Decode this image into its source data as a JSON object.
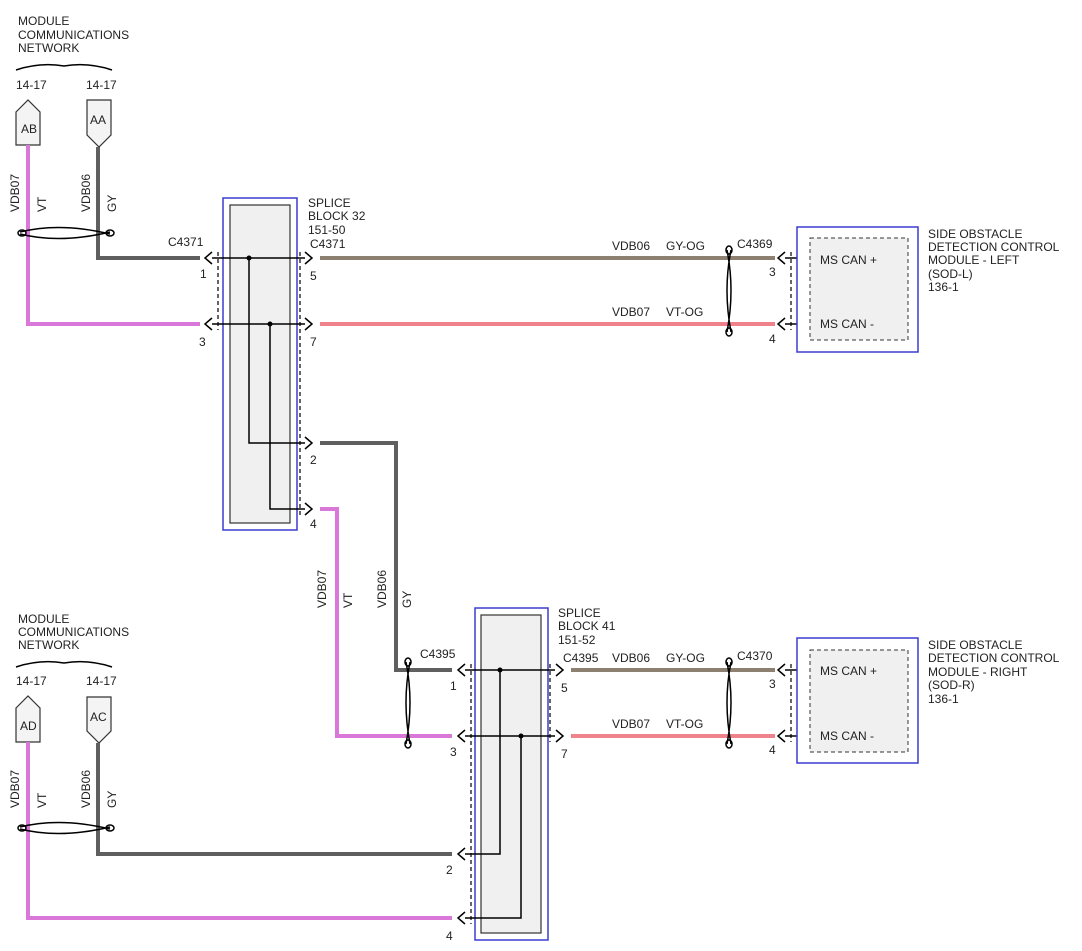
{
  "top_left": {
    "network_title": [
      "MODULE",
      "COMMUNICATIONS",
      "NETWORK"
    ],
    "page_ref_left": "14-17",
    "page_ref_right": "14-17",
    "tag_left": "AB",
    "tag_right": "AA",
    "wire_vt_circuit": "VDB07",
    "wire_vt_color": "VT",
    "wire_gy_circuit": "VDB06",
    "wire_gy_color": "GY"
  },
  "bottom_left": {
    "network_title": [
      "MODULE",
      "COMMUNICATIONS",
      "NETWORK"
    ],
    "page_ref_left": "14-17",
    "page_ref_right": "14-17",
    "tag_left": "AD",
    "tag_right": "AC",
    "wire_vt_circuit": "VDB07",
    "wire_vt_color": "VT",
    "wire_gy_circuit": "VDB06",
    "wire_gy_color": "GY"
  },
  "splice_32": {
    "title": [
      "SPLICE",
      "BLOCK 32"
    ],
    "ref": "151-50",
    "connector_in": "C4371",
    "connector_out": "C4371",
    "pin_1": "1",
    "pin_3": "3",
    "pin_5": "5",
    "pin_7": "7",
    "pin_2": "2",
    "pin_4": "4"
  },
  "splice_41": {
    "title": [
      "SPLICE",
      "BLOCK 41"
    ],
    "ref": "151-52",
    "connector_in": "C4395",
    "connector_out": "C4395",
    "pin_1": "1",
    "pin_3": "3",
    "pin_5": "5",
    "pin_7": "7",
    "pin_2": "2",
    "pin_4": "4"
  },
  "mid_wires": {
    "vt_circuit": "VDB07",
    "vt_color": "VT",
    "gy_circuit": "VDB06",
    "gy_color": "GY"
  },
  "top_run": {
    "wire1_circuit": "VDB06",
    "wire1_color": "GY-OG",
    "wire2_circuit": "VDB07",
    "wire2_color": "VT-OG",
    "connector": "C4369"
  },
  "bottom_run": {
    "wire1_circuit": "VDB06",
    "wire1_color": "GY-OG",
    "wire2_circuit": "VDB07",
    "wire2_color": "VT-OG",
    "connector": "C4370"
  },
  "module_left": {
    "title": [
      "SIDE OBSTACLE",
      "DETECTION CONTROL",
      "MODULE - LEFT",
      "(SOD-L)"
    ],
    "ref": "136-1",
    "pin_3": "3",
    "pin_4": "4",
    "signal_plus": "MS CAN +",
    "signal_minus": "MS CAN -"
  },
  "module_right": {
    "title": [
      "SIDE OBSTACLE",
      "DETECTION CONTROL",
      "MODULE - RIGHT",
      "(SOD-R)"
    ],
    "ref": "136-1",
    "pin_3": "3",
    "pin_4": "4",
    "signal_plus": "MS CAN +",
    "signal_minus": "MS CAN -"
  },
  "colors": {
    "gy": "#5f5f5f",
    "vt": "#d978d9",
    "gy_og": "#8c8070",
    "vt_og": "#f0828c",
    "module_border": "#3b3bd0"
  }
}
